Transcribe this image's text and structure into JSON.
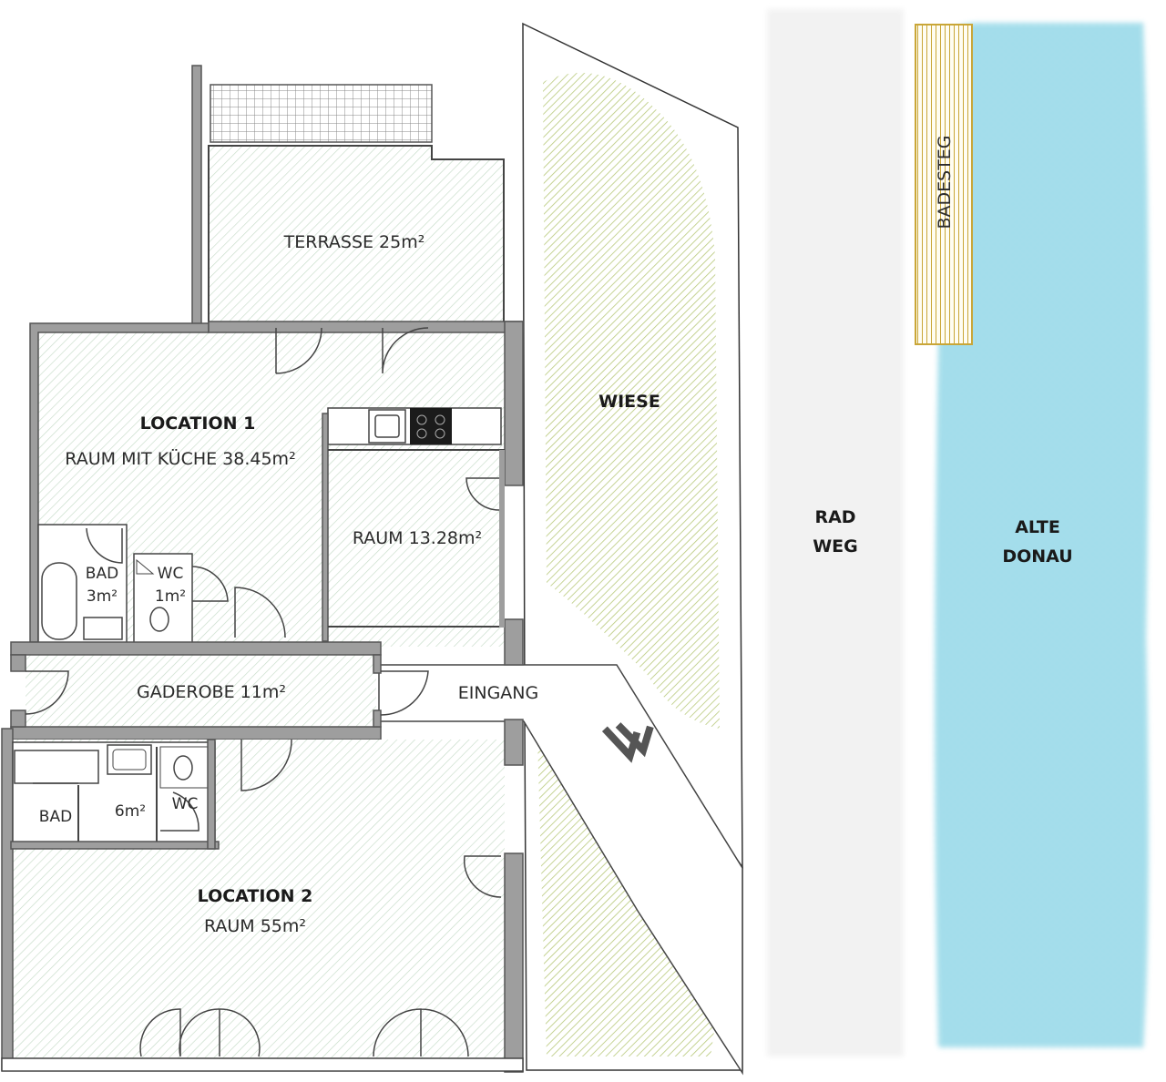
{
  "labels": {
    "terrasse": "TERRASSE 25m²",
    "location1_title": "LOCATION 1",
    "location1_room": "RAUM MIT KÜCHE 38.45m²",
    "raum_small": "RAUM 13.28m²",
    "bad1_name": "BAD",
    "bad1_area": "3m²",
    "wc1_name": "WC",
    "wc1_area": "1m²",
    "gaderobe": "GADEROBE 11m²",
    "eingang": "EINGANG",
    "bad2_name": "BAD",
    "bad2_area": "6m²",
    "wc2_name": "WC",
    "location2_title": "LOCATION 2",
    "location2_room": "RAUM 55m²",
    "wiese": "WIESE",
    "radweg_line1": "RAD",
    "radweg_line2": "WEG",
    "donau_line1": "ALTE",
    "donau_line2": "DONAU",
    "badesteg": "BADESTEG"
  },
  "colors": {
    "room_hatch": "#bfd8c2",
    "lawn_hatch": "#b8c97a",
    "water": "#7fd3e6",
    "bike_path": "#d9d9d9",
    "jetty": "#c9a637",
    "wall": "#9e9e9e"
  }
}
